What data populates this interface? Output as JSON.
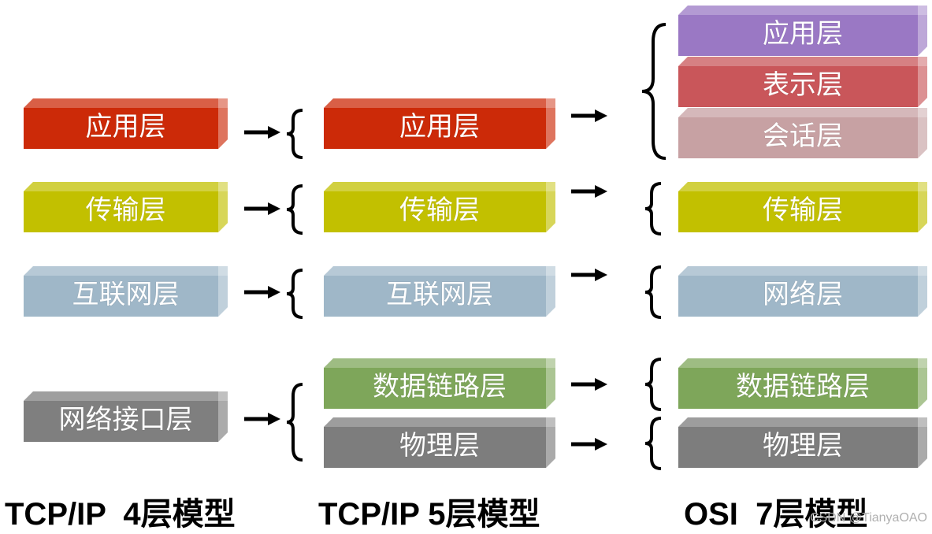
{
  "colors": {
    "application": "#cc2a08",
    "transport": "#c2c000",
    "internet": "#9fb7c8",
    "datalink": "#7ea65a",
    "physical": "#7d7d7d",
    "interface": "#7f7f7f",
    "app7": "#9a78c4",
    "presentation": "#c9565a",
    "session": "#c7a1a3"
  },
  "tcpip4": {
    "title": "TCP/IP  4层模型",
    "layers": [
      "应用层",
      "传输层",
      "互联网层",
      "网络接口层"
    ]
  },
  "tcpip5": {
    "title": "TCP/IP 5层模型",
    "layers": [
      "应用层",
      "传输层",
      "互联网层",
      "数据链路层",
      "物理层"
    ]
  },
  "osi7": {
    "title": "OSI  7层模型",
    "layers": [
      "应用层",
      "表示层",
      "会话层",
      "传输层",
      "网络层",
      "数据链路层",
      "物理层"
    ]
  },
  "watermark": "CSDN @TianyaOAO",
  "icons": {
    "arrow": "right-arrow-icon",
    "brace": "left-curly-brace-icon"
  }
}
